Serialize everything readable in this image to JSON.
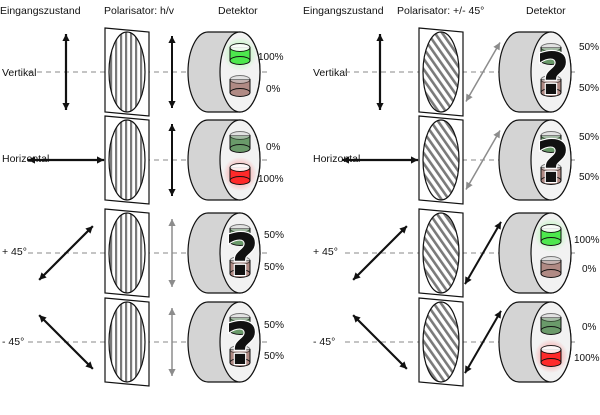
{
  "headers": {
    "input_state": "Eingangszustand",
    "polarizer_hv": "Polarisator: h/v",
    "detector_left": "Detektor",
    "input_state_right": "Eingangszustand",
    "polarizer_diag": "Polarisator: +/- 45°",
    "detector_right": "Detektor"
  },
  "states": [
    {
      "label": "Vertikal",
      "label_right": "Vertikal",
      "angle_deg": 90
    },
    {
      "label": "Horizontal",
      "label_right": "Horizontal",
      "angle_deg": 0
    },
    {
      "label": "+ 45°",
      "label_right": "+ 45°",
      "angle_deg": 45
    },
    {
      "label": "- 45°",
      "label_right": "- 45°",
      "angle_deg": -45
    }
  ],
  "panels": [
    {
      "name": "hv",
      "stripe": "vertical",
      "rows": [
        {
          "out_angle": 90,
          "out_grey": false,
          "top_pct": "100%",
          "bottom_pct": "0%",
          "top_on": "green",
          "bottom_on": "",
          "question": false
        },
        {
          "out_angle": 90,
          "out_grey": false,
          "top_pct": "0%",
          "bottom_pct": "100%",
          "top_on": "",
          "bottom_on": "red",
          "question": false
        },
        {
          "out_angle": 90,
          "out_grey": true,
          "top_pct": "50%",
          "bottom_pct": "50%",
          "top_on": "",
          "bottom_on": "",
          "question": true
        },
        {
          "out_angle": 90,
          "out_grey": true,
          "top_pct": "50%",
          "bottom_pct": "50%",
          "top_on": "",
          "bottom_on": "",
          "question": true
        }
      ]
    },
    {
      "name": "diag",
      "stripe": "diagonal",
      "rows": [
        {
          "out_angle": 60,
          "out_grey": true,
          "top_pct": "50%",
          "bottom_pct": "50%",
          "top_on": "",
          "bottom_on": "",
          "question": true
        },
        {
          "out_angle": 60,
          "out_grey": true,
          "top_pct": "50%",
          "bottom_pct": "50%",
          "top_on": "",
          "bottom_on": "",
          "question": true
        },
        {
          "out_angle": 60,
          "out_grey": false,
          "top_pct": "100%",
          "bottom_pct": "0%",
          "top_on": "green",
          "bottom_on": "",
          "question": false
        },
        {
          "out_angle": 60,
          "out_grey": false,
          "top_pct": "0%",
          "bottom_pct": "100%",
          "top_on": "",
          "bottom_on": "red",
          "question": false
        }
      ]
    }
  ],
  "question_mark": "?",
  "colors": {
    "lamp_green_on": "#4de84d",
    "lamp_red_on": "#ff2a2a",
    "lamp_green_off": "#6a9a6a",
    "lamp_brown_off": "#b08a84",
    "detector_body": "#d4d4d4",
    "detector_face": "#f2f2f2",
    "dash_line": "#8a8a8a",
    "arrow_black": "#111111",
    "arrow_grey": "#8c8c8c"
  }
}
